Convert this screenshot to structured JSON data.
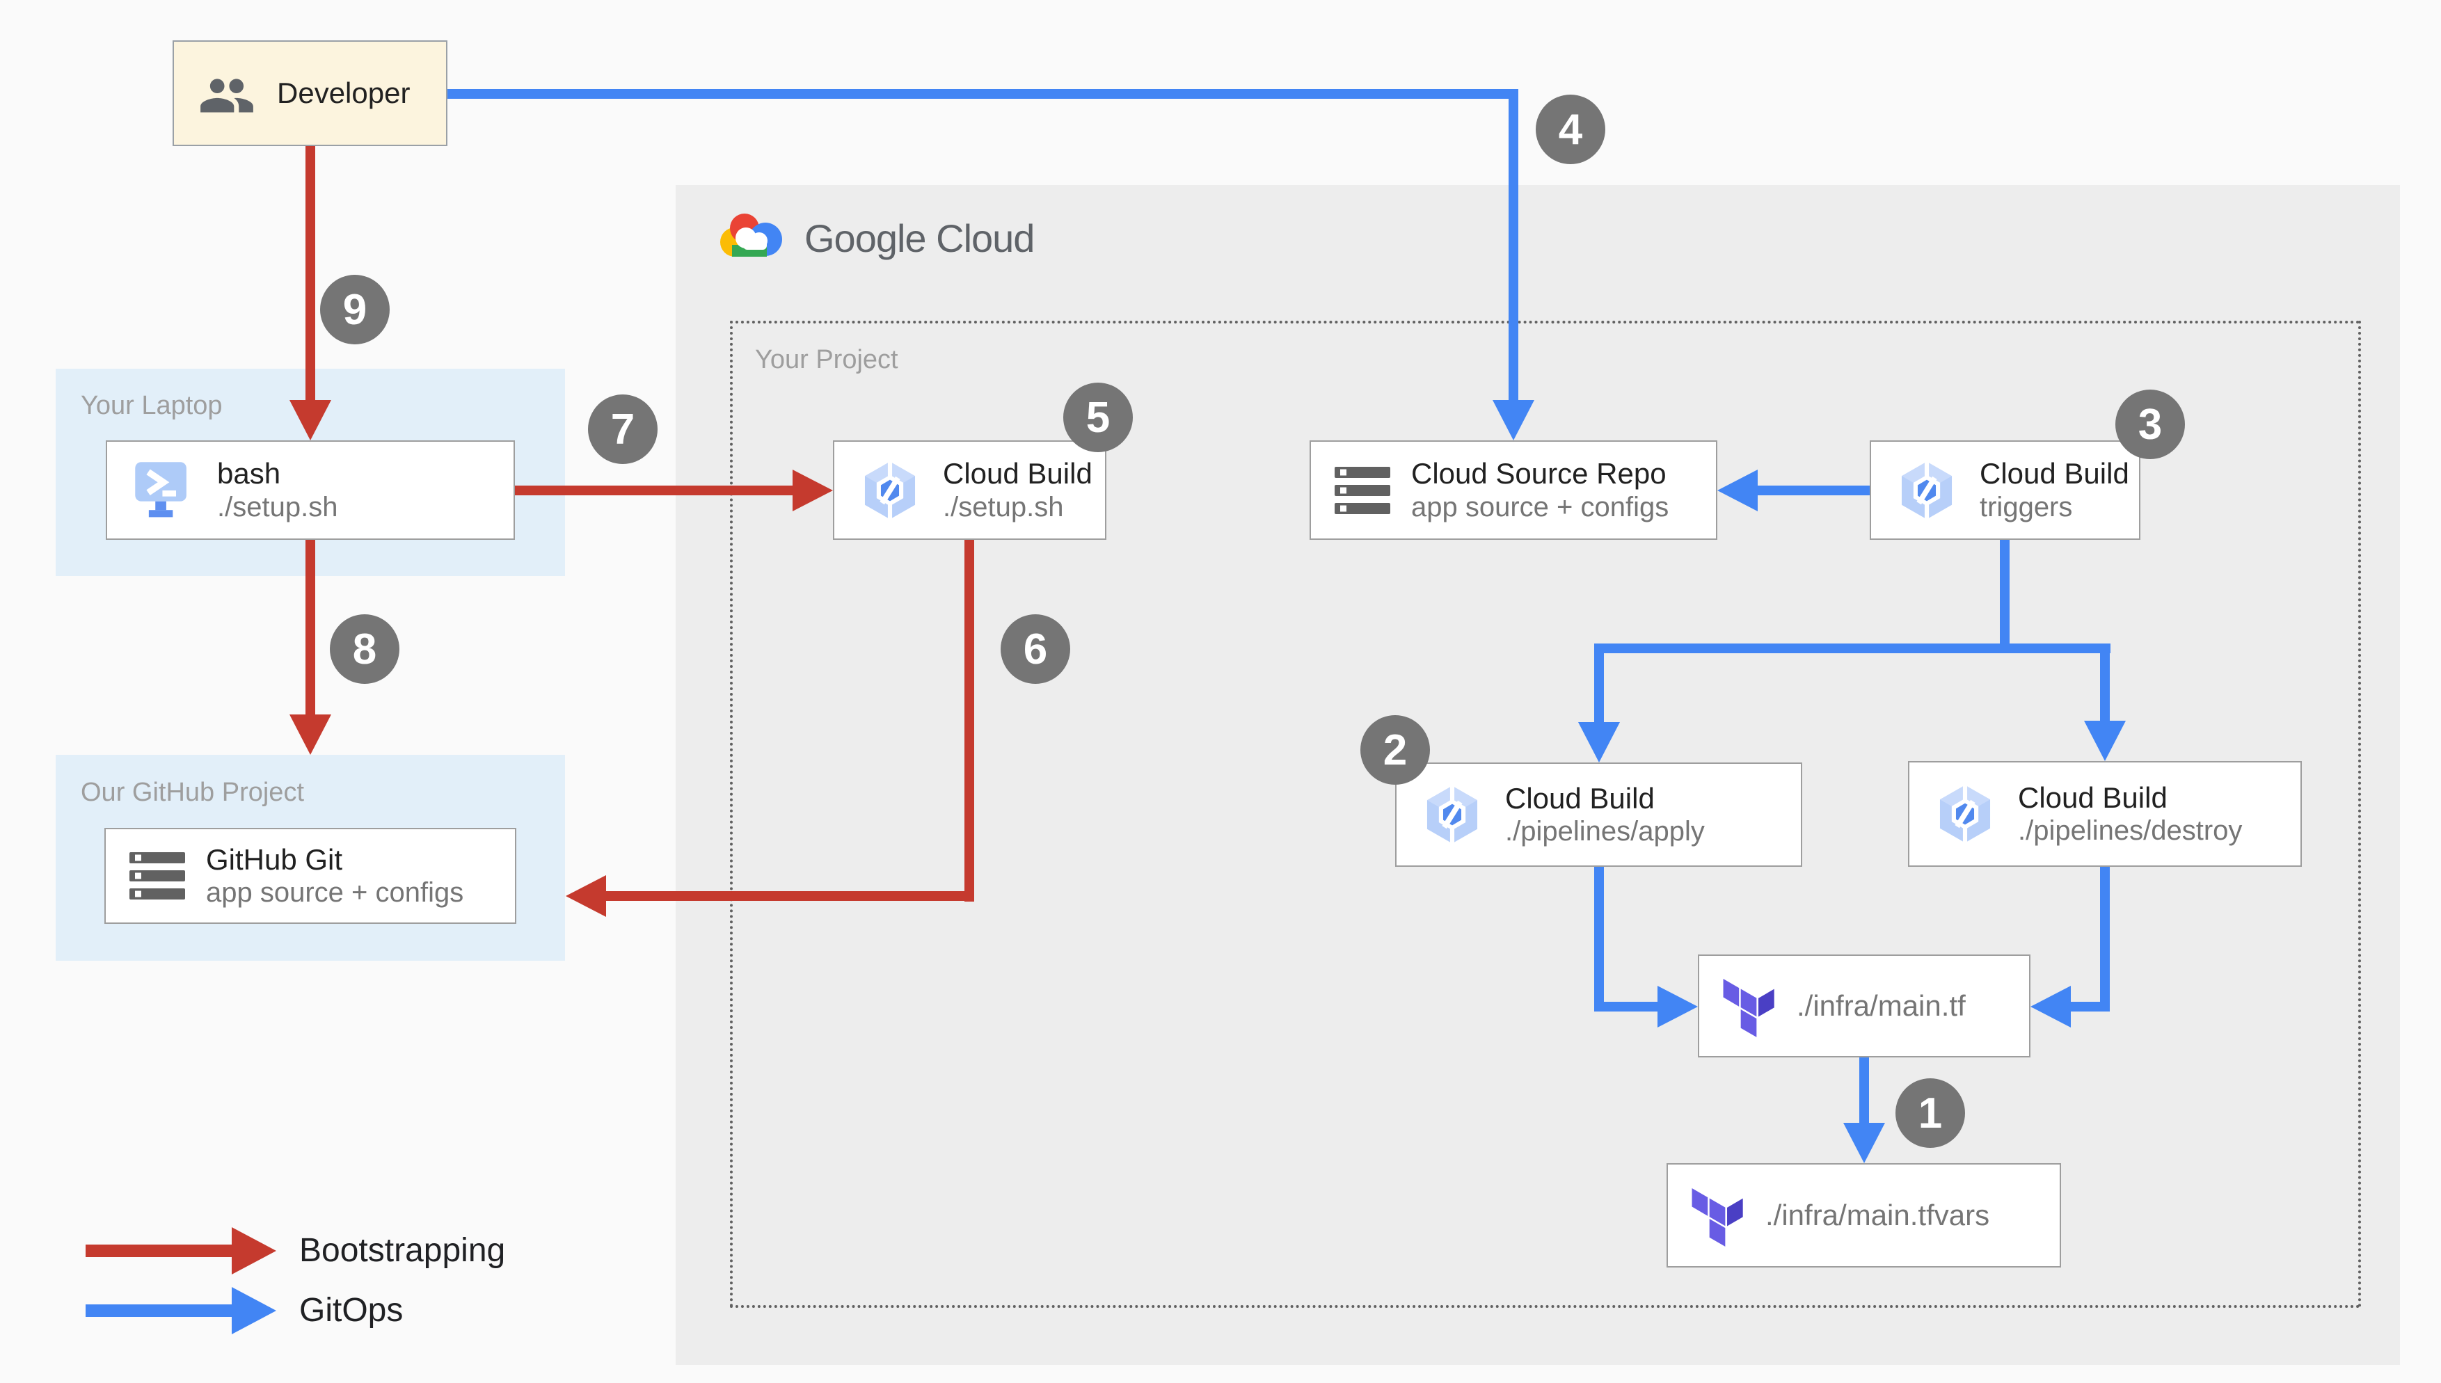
{
  "colors": {
    "bootstrapping_red": "#C53A2E",
    "gitops_blue": "#4285F4",
    "badge_gray": "#757575",
    "google_cloud_panel": "#EDEDED",
    "zone_blue_panel": "#E2EFF9",
    "developer_box": "#FCF4DE"
  },
  "panels": {
    "google_cloud": {
      "label": "Google Cloud"
    },
    "your_project": {
      "label": "Your Project"
    },
    "your_laptop": {
      "label": "Your Laptop"
    },
    "our_github_project": {
      "label": "Our GitHub Project"
    }
  },
  "nodes": {
    "developer": {
      "title": "Developer"
    },
    "bash": {
      "title": "bash",
      "subtitle": "./setup.sh"
    },
    "github_git": {
      "title": "GitHub Git",
      "subtitle": "app source + configs"
    },
    "cloud_build_setup": {
      "title": "Cloud Build",
      "subtitle": "./setup.sh"
    },
    "cloud_source_repo": {
      "title": "Cloud Source Repo",
      "subtitle": "app source + configs"
    },
    "cloud_build_triggers": {
      "title": "Cloud Build",
      "subtitle": "triggers"
    },
    "cloud_build_apply": {
      "title": "Cloud Build",
      "subtitle": "./pipelines/apply"
    },
    "cloud_build_destroy": {
      "title": "Cloud Build",
      "subtitle": "./pipelines/destroy"
    },
    "infra_main_tf": {
      "title": "./infra/main.tf"
    },
    "infra_main_tfvars": {
      "title": "./infra/main.tfvars"
    }
  },
  "badges": {
    "n1": "1",
    "n2": "2",
    "n3": "3",
    "n4": "4",
    "n5": "5",
    "n6": "6",
    "n7": "7",
    "n8": "8",
    "n9": "9"
  },
  "legend": {
    "bootstrapping": "Bootstrapping",
    "gitops": "GitOps"
  }
}
